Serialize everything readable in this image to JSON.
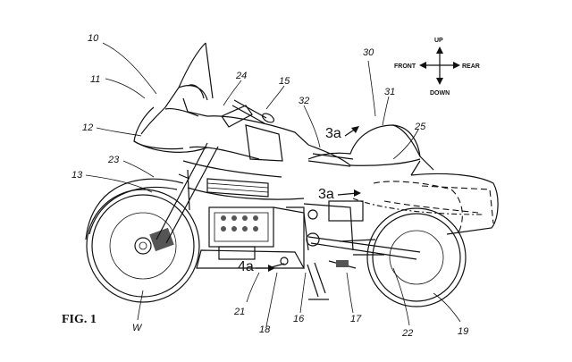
{
  "figure": {
    "caption": "FIG. 1"
  },
  "compass": {
    "up": "UP",
    "down": "DOWN",
    "front": "FRONT",
    "rear": "REAR"
  },
  "labels": {
    "l10": "10",
    "l11": "11",
    "l12": "12",
    "l13": "13",
    "l15": "15",
    "l16": "16",
    "l17": "17",
    "l18": "18",
    "l19": "19",
    "l21": "21",
    "l22": "22",
    "l23": "23",
    "l24": "24",
    "l25": "25",
    "l30": "30",
    "l31": "31",
    "l32": "32",
    "l3a_top": "3a",
    "l3a_mid": "3a",
    "l4a": "4a",
    "lW": "W"
  }
}
